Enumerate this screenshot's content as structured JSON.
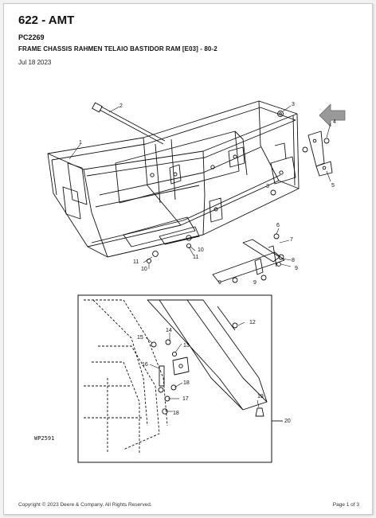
{
  "document": {
    "title": "622 - AMT",
    "part_code": "PC2269",
    "description": "FRAME CHASSIS RAHMEN TELAIO BASTIDOR RAM [E03] - 80-2",
    "date": "Jul 18 2023"
  },
  "diagram": {
    "figure_id": "WP2591",
    "callouts": [
      "1",
      "2",
      "3",
      "4",
      "5",
      "6",
      "7",
      "8",
      "9",
      "10",
      "11",
      "12",
      "13",
      "14",
      "15",
      "16",
      "17",
      "18",
      "19",
      "20"
    ]
  },
  "footer": {
    "copyright": "Copyright © 2023 Deere & Company. All Rights Reserved.",
    "page": "Page 1 of 3"
  }
}
